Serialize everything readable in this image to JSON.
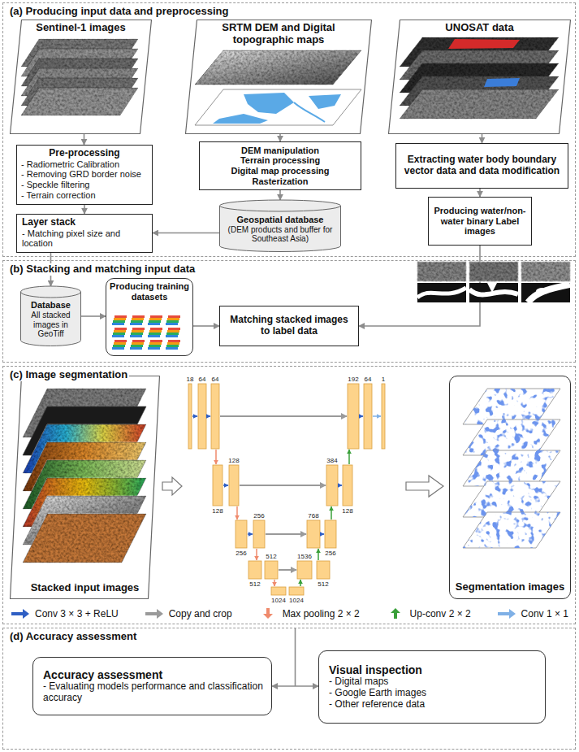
{
  "diagram": {
    "nodes": [
      {
        "text": [
          "(a) Producing input data and preprocessing"
        ]
      },
      {
        "text": [
          "Sentinel-1 images"
        ],
        "in": 0
      },
      {
        "text": [
          "SRTM DEM and Digital topographic maps"
        ],
        "in": 0
      },
      {
        "text": [
          "UNOSAT data"
        ],
        "in": 0
      },
      {
        "text": [
          "Pre-processing",
          "- Radiometric Calibration",
          "- Removing GRD border noise",
          "- Speckle filtering",
          "- Terrain correction"
        ],
        "in": 0
      },
      {
        "text": [
          "DEM manipulation",
          "Terrain processing",
          "Digital map processing",
          "Rasterization"
        ],
        "in": 0
      },
      {
        "text": [
          "Extracting water body boundary vector data and data modification"
        ],
        "in": 0
      },
      {
        "text": [
          "Layer stack",
          "- Matching pixel size and location"
        ],
        "in": 0
      },
      {
        "text": [
          "Geospatial database",
          "(DEM products and buffer for Southeast Asia)"
        ],
        "in": 0
      },
      {
        "text": [
          "Producing water/non-water binary Label images"
        ],
        "in": 0
      },
      {
        "text": [
          "(b) Stacking and matching input data"
        ]
      },
      {
        "text": [
          "Database",
          "All stacked images in GeoTiff"
        ],
        "in": 10
      },
      {
        "text": [
          "Producing training datasets"
        ],
        "in": 10
      },
      {
        "text": [
          "Matching stacked images to label data"
        ],
        "in": 10
      },
      {
        "text": [
          "(c) Image segmentation"
        ]
      },
      {
        "text": [
          "Stacked input images"
        ],
        "in": 14
      },
      {
        "text": [
          "Segmentation images"
        ],
        "in": 14
      },
      {
        "text": [
          "(d) Accuracy assessment"
        ]
      },
      {
        "text": [
          "Accuracy assessment",
          "- Evaluating models performance and classification accuracy"
        ],
        "in": 17
      },
      {
        "text": [
          "Visual inspection",
          "- Digital maps",
          "- Google Earth images",
          "- Other reference data"
        ],
        "in": 17
      }
    ],
    "edges": [
      {
        "from": 1,
        "to": 4,
        "arrow": "to"
      },
      {
        "from": 4,
        "to": 7,
        "arrow": "to"
      },
      {
        "from": 2,
        "to": 5,
        "arrow": "to"
      },
      {
        "from": 5,
        "to": 8,
        "arrow": "to"
      },
      {
        "from": 8,
        "to": 7,
        "arrow": "to"
      },
      {
        "from": 3,
        "to": 6,
        "arrow": "to"
      },
      {
        "from": 6,
        "to": 9,
        "arrow": "to"
      },
      {
        "from": 7,
        "to": 11,
        "arrow": "to"
      },
      {
        "from": 11,
        "to": 12,
        "arrow": "to"
      },
      {
        "from": 12,
        "to": 13,
        "arrow": "to"
      },
      {
        "from": 9,
        "to": 13,
        "arrow": "to"
      },
      {
        "from": 18,
        "to": 19,
        "arrow": "both"
      }
    ],
    "labels": [
      "18",
      "64",
      "64",
      "128",
      "128",
      "256",
      "256",
      "512",
      "512",
      "1024",
      "1024",
      "1536",
      "512",
      "768",
      "256",
      "384",
      "128",
      "192",
      "64",
      "1"
    ],
    "legend": [
      {
        "text": "Conv 3 × 3 + ReLU"
      },
      {
        "text": "Copy and crop"
      },
      {
        "text": "Max pooling 2 × 2"
      },
      {
        "text": "Up-conv 2 × 2"
      },
      {
        "text": "Conv 1 × 1"
      }
    ]
  }
}
